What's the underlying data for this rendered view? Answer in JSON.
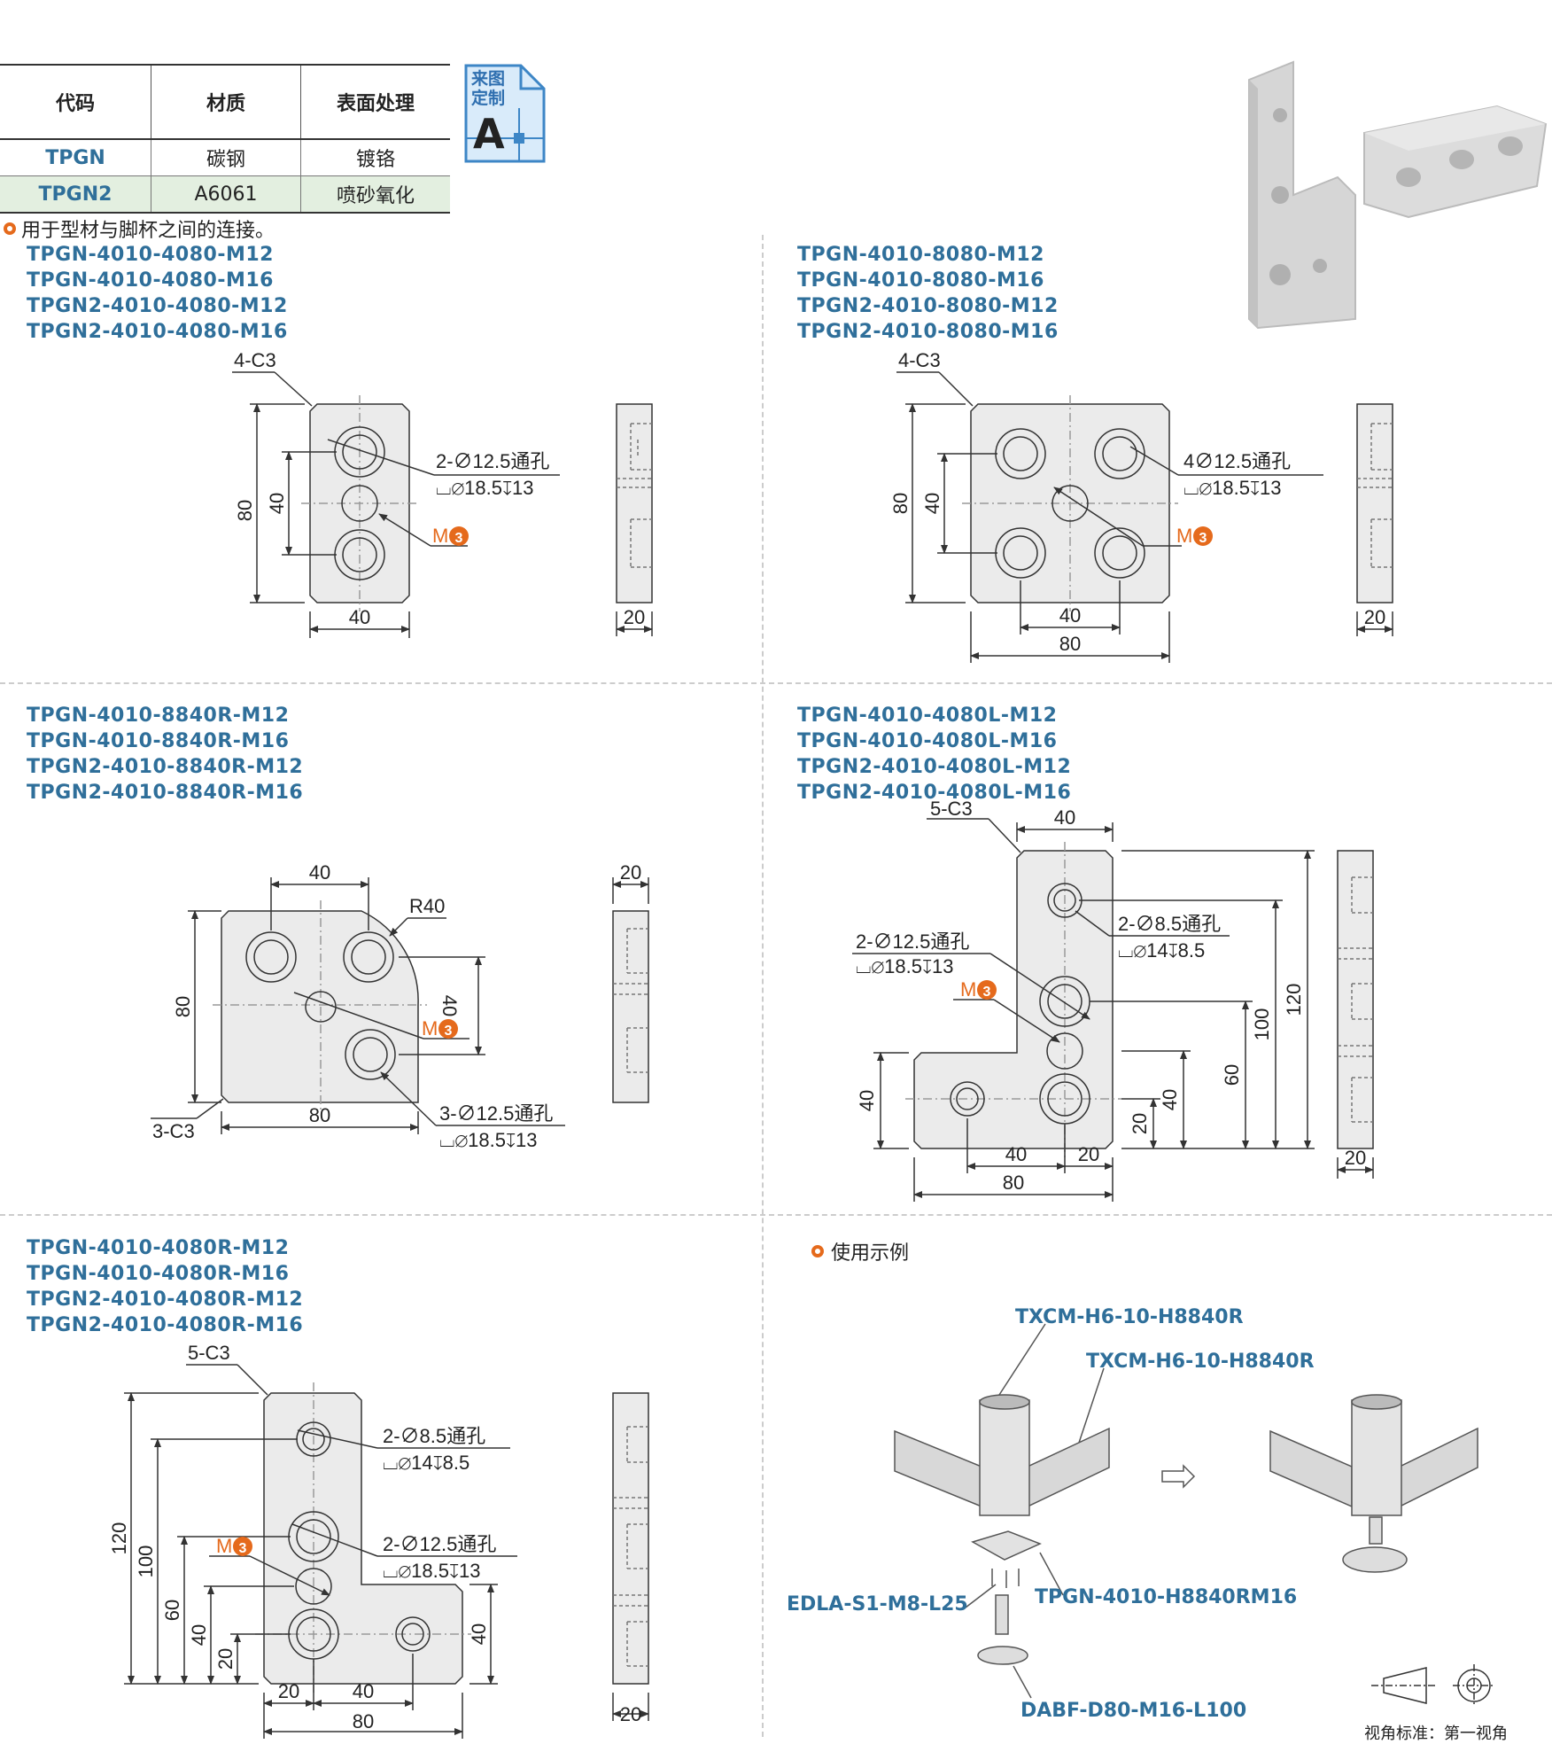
{
  "spec_table": {
    "headers": [
      "代码",
      "材质",
      "表面处理"
    ],
    "rows": [
      {
        "code": "TPGN",
        "material": "碳钢",
        "surface": "镀铬"
      },
      {
        "code": "TPGN2",
        "material": "A6061",
        "surface": "喷砂氧化"
      }
    ]
  },
  "badge": {
    "line1": "来图",
    "line2": "定制",
    "letter": "A"
  },
  "usage_note": "用于型材与脚杯之间的连接。",
  "models": {
    "sq4080": [
      "TPGN-4010-4080-M12",
      "TPGN-4010-4080-M16",
      "TPGN2-4010-4080-M12",
      "TPGN2-4010-4080-M16"
    ],
    "sq8080": [
      "TPGN-4010-8080-M12",
      "TPGN-4010-8080-M16",
      "TPGN2-4010-8080-M12",
      "TPGN2-4010-8080-M16"
    ],
    "r8840": [
      "TPGN-4010-8840R-M12",
      "TPGN-4010-8840R-M16",
      "TPGN2-4010-8840R-M12",
      "TPGN2-4010-8840R-M16"
    ],
    "l4080": [
      "TPGN-4010-4080L-M12",
      "TPGN-4010-4080L-M16",
      "TPGN2-4010-4080L-M12",
      "TPGN2-4010-4080L-M16"
    ],
    "r4080": [
      "TPGN-4010-4080R-M12",
      "TPGN-4010-4080R-M16",
      "TPGN2-4010-4080R-M12",
      "TPGN2-4010-4080R-M16"
    ]
  },
  "dims": {
    "c4": "4-C3",
    "c5": "5-C3",
    "c3": "3-C3",
    "r40": "R40",
    "d80": "80",
    "d40": "40",
    "d20": "20",
    "d60": "60",
    "d100": "100",
    "d120": "120",
    "hole2": "2-∅12.5通孔",
    "hole4": "4∅12.5通孔",
    "hole3": "3-∅12.5通孔",
    "cb": "⌴∅18.5↧13",
    "hole2s": "2-∅8.5通孔",
    "cbs": "⌴∅14↧8.5",
    "m": "M",
    "mnum": "3"
  },
  "example": {
    "title": "使用示例",
    "labels": [
      "TXCM-H6-10-H8840R",
      "TXCM-H6-10-H8840R",
      "EDLA-S1-M8-L25",
      "TPGN-4010-H8840RM16",
      "DABF-D80-M16-L100"
    ]
  },
  "view_standard": "视角标准：第一视角",
  "colors": {
    "accent": "#2f6f9a",
    "orange": "#e56a1c",
    "plate": "#ebebeb",
    "stroke": "#333333"
  }
}
